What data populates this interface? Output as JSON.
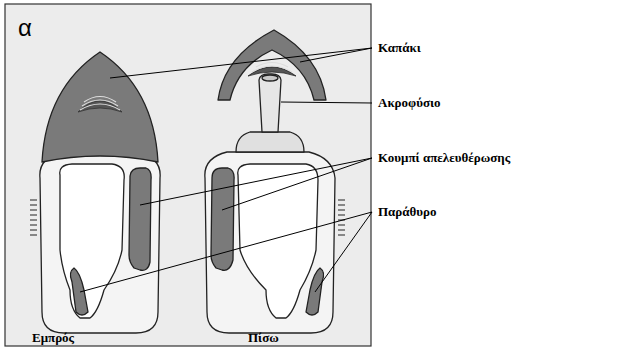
{
  "diagram": {
    "labels": [
      "α",
      "Καπάκι",
      "Ακροφύσιο",
      "Κουμπί απελευθέρωσης",
      "Παράθυρο",
      "Εμπρός",
      "Πίσω"
    ]
  }
}
